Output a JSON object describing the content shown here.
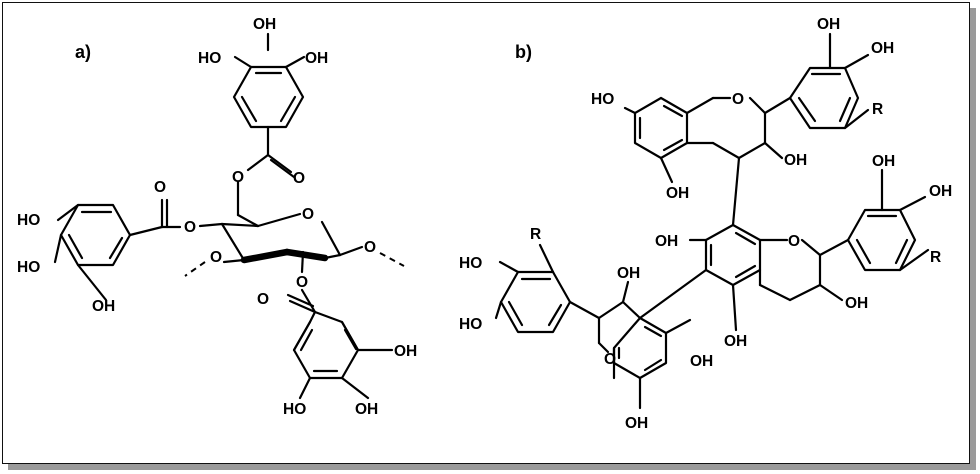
{
  "panels": {
    "a": "a)",
    "b": "b)"
  },
  "labels": {
    "oh": "OH",
    "ho": "HO",
    "o": "O",
    "r": "R"
  }
}
